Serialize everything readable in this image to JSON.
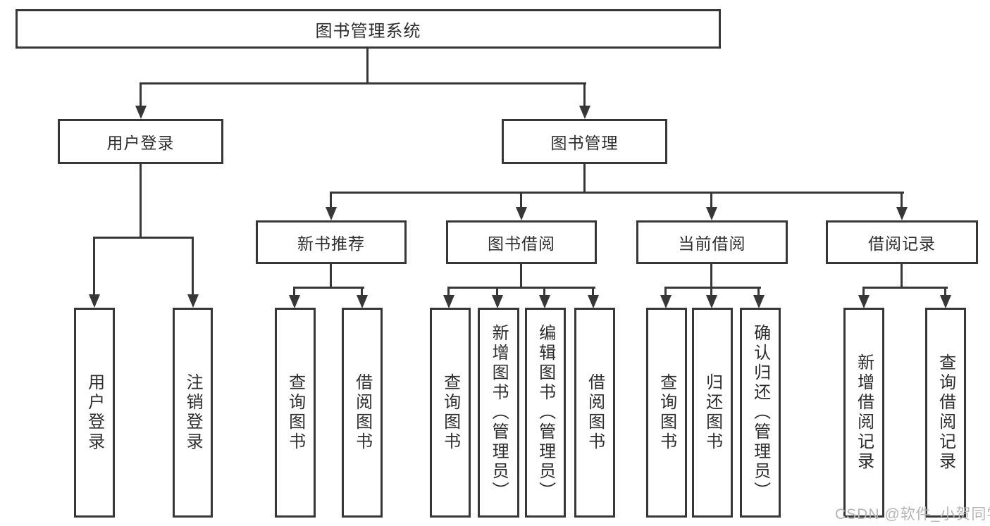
{
  "tree": {
    "label": "图书管理系统",
    "children": [
      {
        "label": "用户登录",
        "children": [
          {
            "label": "用户登录"
          },
          {
            "label": "注销登录"
          }
        ]
      },
      {
        "label": "图书管理",
        "children": [
          {
            "label": "新书推荐",
            "children": [
              {
                "label": "查询图书"
              },
              {
                "label": "借阅图书"
              }
            ]
          },
          {
            "label": "图书借阅",
            "children": [
              {
                "label": "查询图书"
              },
              {
                "label": "新增图书（管理员）"
              },
              {
                "label": "编辑图书（管理员）"
              },
              {
                "label": "借阅图书"
              }
            ]
          },
          {
            "label": "当前借阅",
            "children": [
              {
                "label": "查询图书"
              },
              {
                "label": "归还图书"
              },
              {
                "label": "确认归还（管理员）"
              }
            ]
          },
          {
            "label": "借阅记录",
            "children": [
              {
                "label": "新增借阅记录"
              },
              {
                "label": "查询借阅记录"
              }
            ]
          }
        ]
      }
    ]
  },
  "watermark": "CSDN @软件_小贺同学",
  "colors": {
    "stroke": "#373737",
    "text": "#2d2d2d",
    "watermark": "#b5b5b5",
    "background": "#ffffff"
  }
}
